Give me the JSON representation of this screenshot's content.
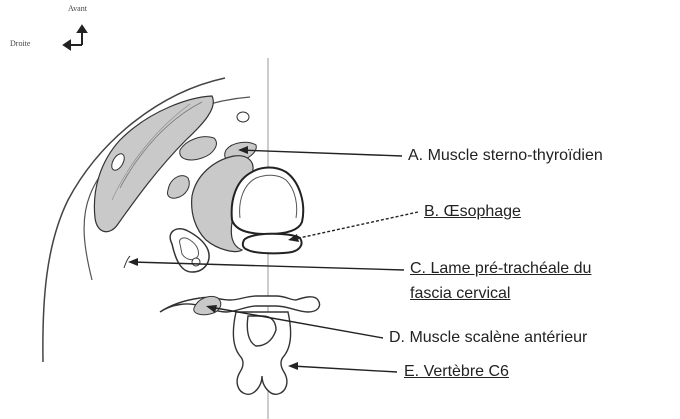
{
  "orientation": {
    "front_label": "Avant",
    "right_label": "Droite"
  },
  "labels": {
    "a": "A. Muscle sterno-thyroïdien",
    "b": "B. Œsophage",
    "c_line1": "C. Lame pré-trachéale du",
    "c_line2": "fascia cervical",
    "d": "D. Muscle scalène antérieur",
    "e": "E. Vertèbre C6"
  },
  "colors": {
    "muscle_fill": "#c9c9c9",
    "line": "#333333",
    "text": "#222222"
  }
}
